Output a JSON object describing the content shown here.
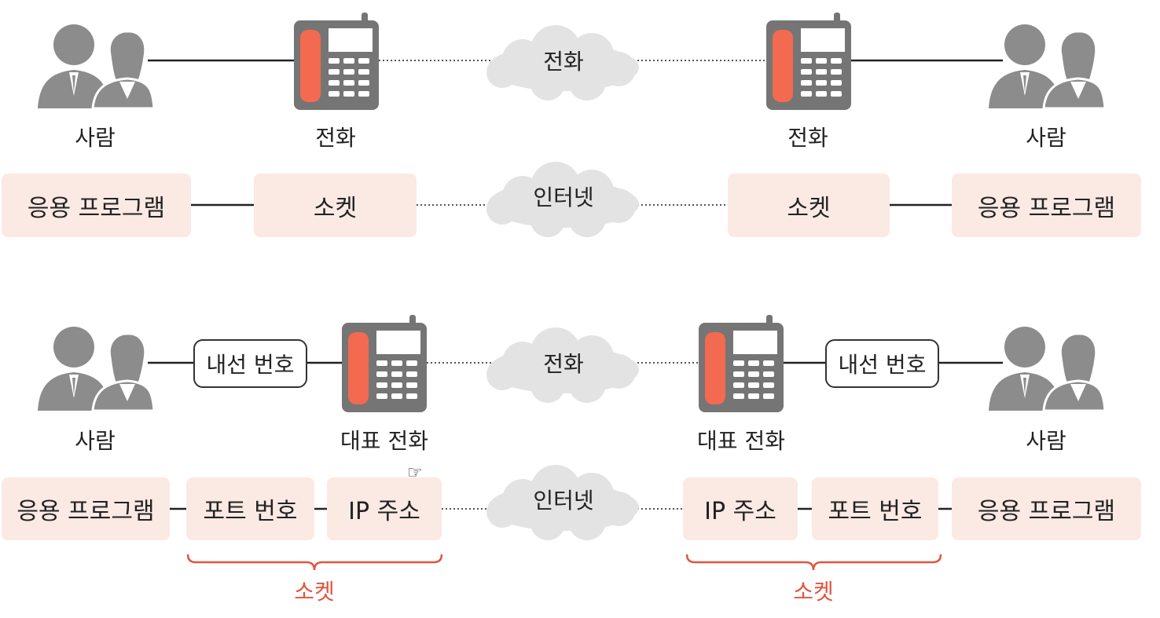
{
  "colors": {
    "accent": "#e2553f",
    "box_fill": "#fbe9e3",
    "icon_gray": "#8c8c8c",
    "phone_red": "#f26a50",
    "cloud": "#e3e3e3"
  },
  "top": {
    "person_left": "사람",
    "phone_left": "전화",
    "cloud_phone": "전화",
    "phone_right": "전화",
    "person_right": "사람",
    "app_left": "응용 프로그램",
    "socket_left": "소켓",
    "cloud_internet": "인터넷",
    "socket_right": "소켓",
    "app_right": "응용 프로그램"
  },
  "bottom": {
    "person_left": "사람",
    "ext_left": "내선 번호",
    "main_phone_left": "대표 전화",
    "cloud_phone": "전화",
    "main_phone_right": "대표 전화",
    "ext_right": "내선 번호",
    "person_right": "사람",
    "app_left": "응용 프로그램",
    "port_left": "포트 번호",
    "ip_left": "IP 주소",
    "cloud_internet": "인터넷",
    "ip_right": "IP 주소",
    "port_right": "포트 번호",
    "app_right": "응용 프로그램",
    "socket_brace_left": "소켓",
    "socket_brace_right": "소켓"
  },
  "icons": [
    "person-pair-icon",
    "desk-phone-icon",
    "cloud-icon",
    "hand-cursor-icon"
  ]
}
